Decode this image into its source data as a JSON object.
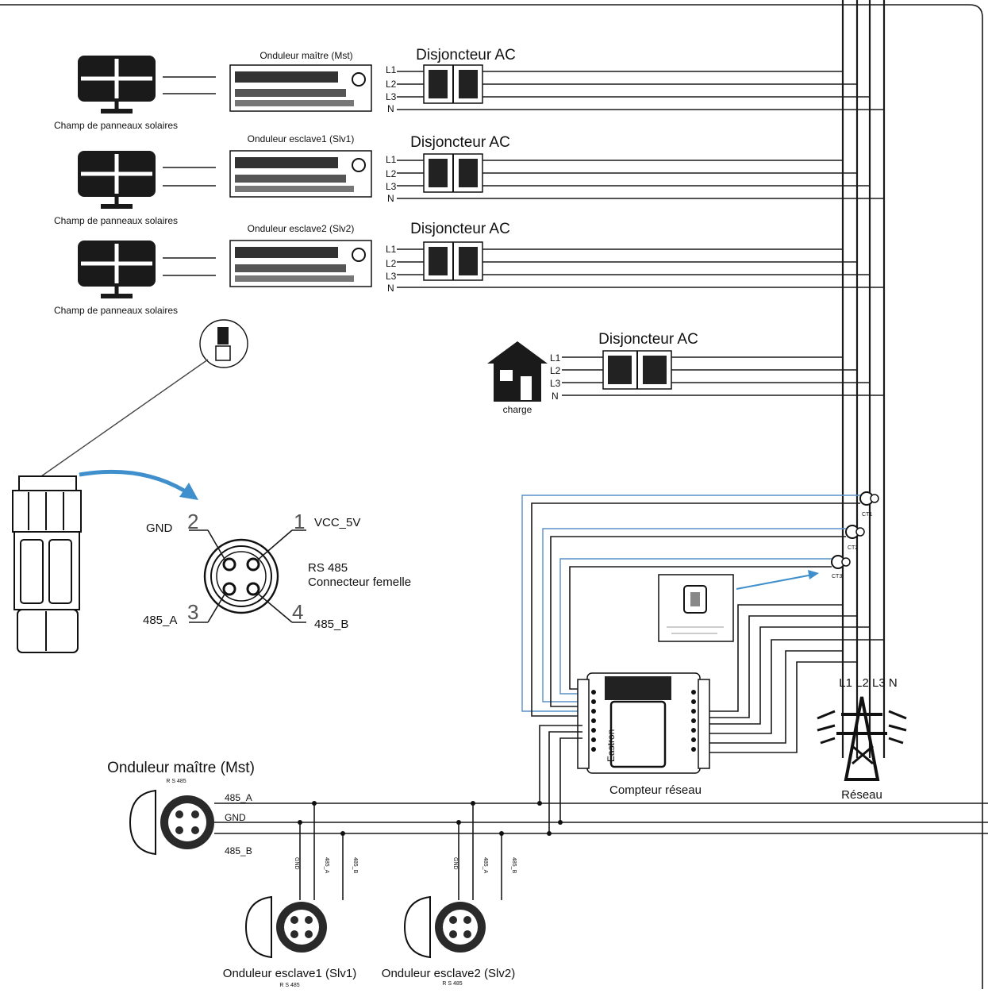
{
  "inverters": [
    {
      "title": "Onduleur maître (Mst)",
      "breaker": "Disjoncteur AC",
      "panel_label": "Champ de panneaux solaires"
    },
    {
      "title": "Onduleur esclave1 (Slv1)",
      "breaker": "Disjoncteur AC",
      "panel_label": "Champ de panneaux solaires"
    },
    {
      "title": "Onduleur esclave2 (Slv2)",
      "breaker": "Disjoncteur AC",
      "panel_label": "Champ de panneaux solaires"
    }
  ],
  "phases": [
    "L1",
    "L2",
    "L3",
    "N"
  ],
  "load": {
    "label": "charge",
    "breaker": "Disjoncteur AC"
  },
  "connector": {
    "pin1": "1",
    "pin2": "2",
    "pin3": "3",
    "pin4": "4",
    "gnd": "GND",
    "vcc": "VCC_5V",
    "a": "485_A",
    "b": "485_B",
    "title1": "RS 485",
    "title2": "Connecteur femelle"
  },
  "meter": {
    "label": "Compteur réseau",
    "brand": "Eastron"
  },
  "grid": {
    "label": "Réseau",
    "phase_labels": "L1 L2 L3 N"
  },
  "ct": [
    "CT1",
    "CT2",
    "CT3"
  ],
  "bus": {
    "master_title": "Onduleur maître (Mst)",
    "master_sub": "R S 485",
    "a": "485_A",
    "gnd": "GND",
    "b": "485_B",
    "slave1": "Onduleur esclave1 (Slv1)",
    "slave2": "Onduleur esclave2 (Slv2)",
    "slave_sub": "R S 485"
  }
}
